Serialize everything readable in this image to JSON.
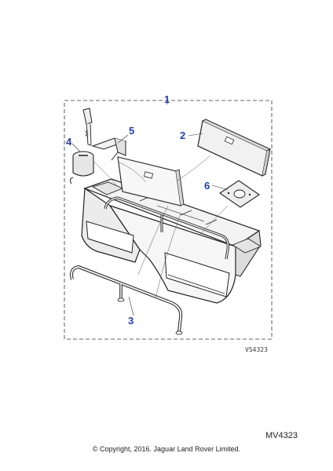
{
  "diagram": {
    "callouts": [
      "1",
      "2",
      "3",
      "4",
      "5",
      "6"
    ],
    "reference_code": "VS4323",
    "colors": {
      "callout": "#1f3fbf",
      "line": "#222222",
      "fill": "#f1f1f1",
      "shade": "#cfcfcf"
    }
  },
  "footer": {
    "part_code": "MV4323",
    "copyright": "© Copyright, 2016. Jaguar Land Rover Limited."
  }
}
